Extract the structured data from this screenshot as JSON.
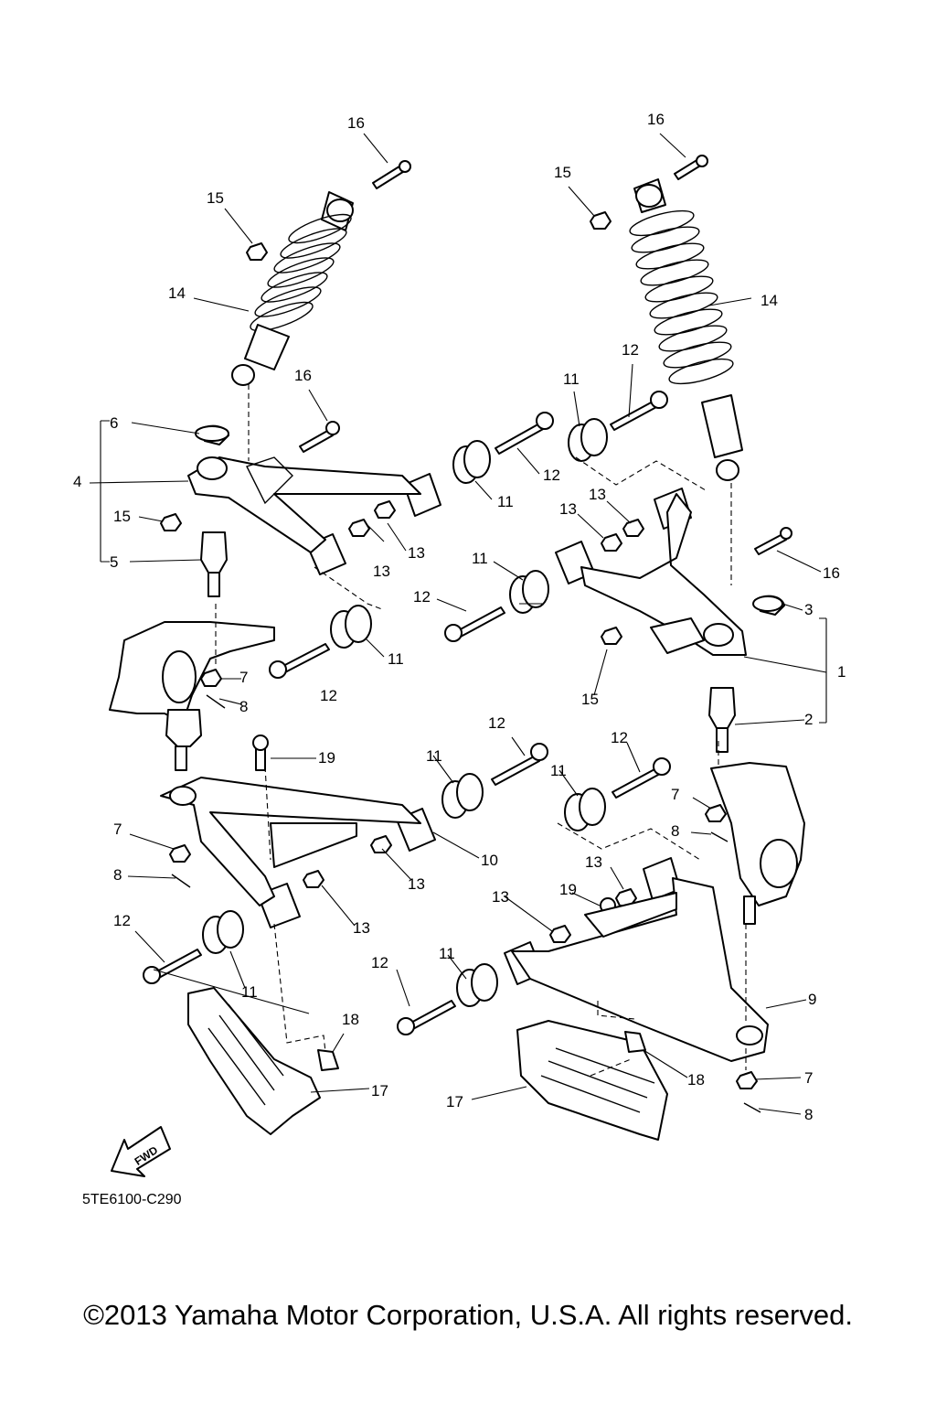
{
  "diagram_code": "5TE6100-C290",
  "fwd_label": "FWD",
  "copyright": "©2013 Yamaha Motor Corporation, U.S.A. All rights reserved.",
  "callouts": [
    "16",
    "15",
    "14",
    "16",
    "15",
    "14",
    "12",
    "11",
    "16",
    "6",
    "4",
    "15",
    "5",
    "12",
    "11",
    "13",
    "13",
    "13",
    "13",
    "11",
    "12",
    "11",
    "12",
    "16",
    "3",
    "1",
    "15",
    "2",
    "7",
    "8",
    "12",
    "19",
    "11",
    "12",
    "11",
    "7",
    "8",
    "10",
    "13",
    "7",
    "8",
    "13",
    "13",
    "13",
    "19",
    "12",
    "11",
    "11",
    "12",
    "9",
    "18",
    "17",
    "18",
    "17",
    "7",
    "8"
  ]
}
